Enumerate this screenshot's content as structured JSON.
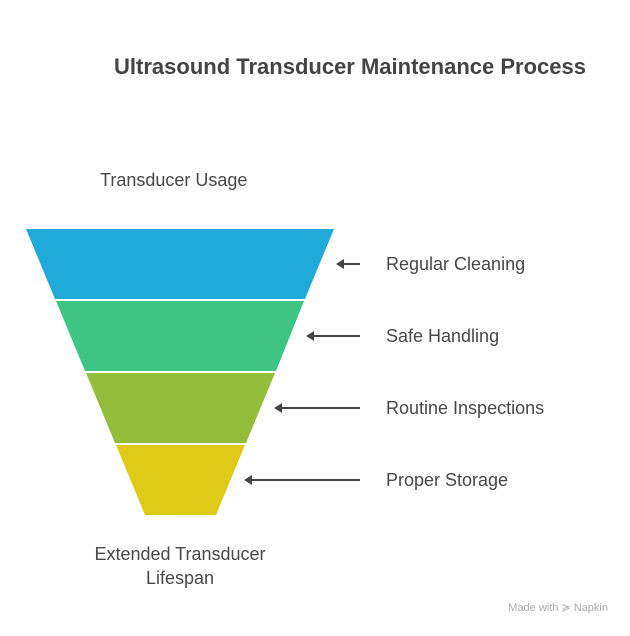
{
  "title": "Ultrasound Transducer Maintenance Process",
  "top_label": "Transducer Usage",
  "bottom_label_line1": "Extended Transducer",
  "bottom_label_line2": "Lifespan",
  "stages": [
    {
      "label": "Regular Cleaning",
      "color": "#20AAD9"
    },
    {
      "label": "Safe Handling",
      "color": "#3EC583"
    },
    {
      "label": "Routine Inspections",
      "color": "#93BE3B"
    },
    {
      "label": "Proper Storage",
      "color": "#DFCB17"
    }
  ],
  "watermark": "Made with ≽ Napkin"
}
